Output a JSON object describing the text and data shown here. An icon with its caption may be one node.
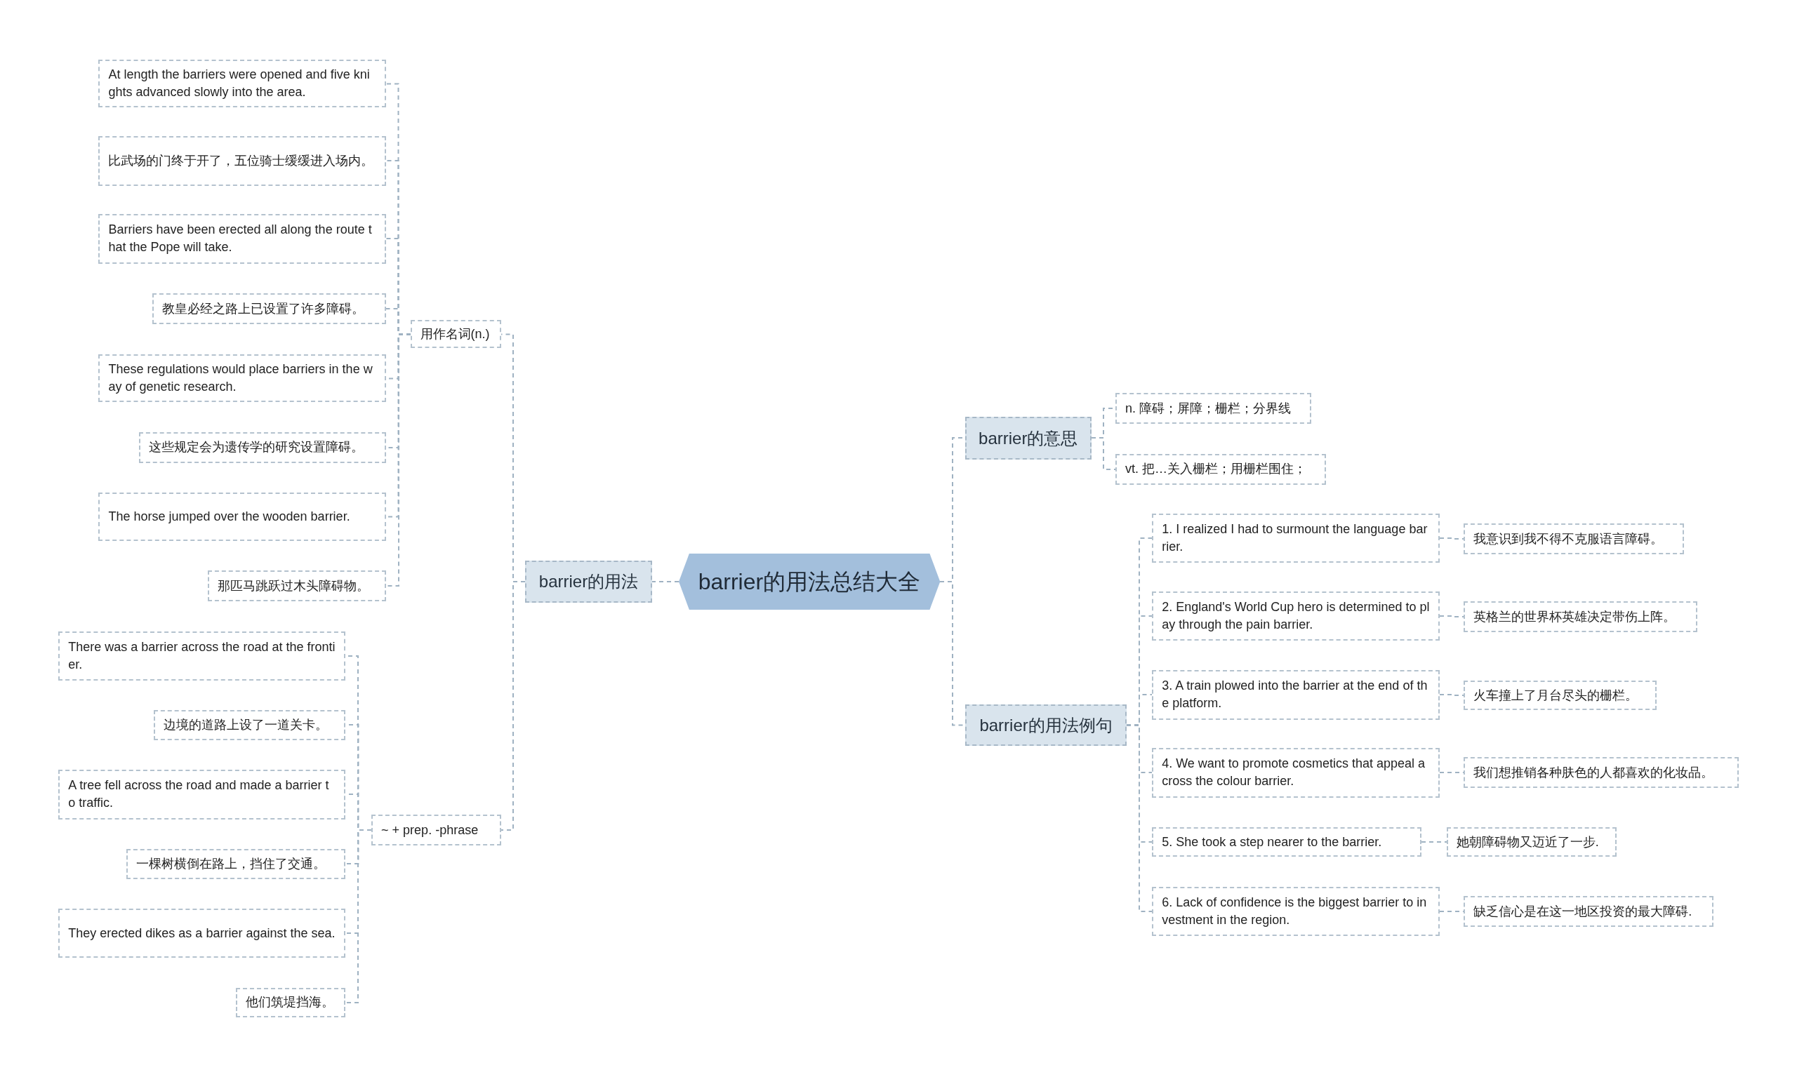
{
  "diagram": {
    "nodes": [
      {
        "text": [
          "barrier的用法总结大全"
        ]
      },
      {
        "text": [
          "barrier的用法"
        ]
      },
      {
        "text": [
          "用作名词(n.)"
        ]
      },
      {
        "text": [
          "At length the barriers were opened and five knights advanced slowly into the area."
        ]
      },
      {
        "text": [
          "比武场的门终于开了，五位骑士缓缓进入场内。"
        ]
      },
      {
        "text": [
          "Barriers have been erected all along the route that the Pope will take."
        ]
      },
      {
        "text": [
          "教皇必经之路上已设置了许多障碍。"
        ]
      },
      {
        "text": [
          "These regulations would place barriers in the way of genetic research."
        ]
      },
      {
        "text": [
          "这些规定会为遗传学的研究设置障碍。"
        ]
      },
      {
        "text": [
          "The horse jumped over the wooden barrier."
        ]
      },
      {
        "text": [
          "那匹马跳跃过木头障碍物。"
        ]
      },
      {
        "text": [
          "~ + prep. -phrase"
        ]
      },
      {
        "text": [
          "There was a barrier across the road at the frontier."
        ]
      },
      {
        "text": [
          "边境的道路上设了一道关卡。"
        ]
      },
      {
        "text": [
          "A tree fell across the road and made a barrier to traffic."
        ]
      },
      {
        "text": [
          "一棵树横倒在路上，挡住了交通。"
        ]
      },
      {
        "text": [
          "They erected dikes as a barrier against the sea."
        ]
      },
      {
        "text": [
          "他们筑堤挡海。"
        ]
      },
      {
        "text": [
          "barrier的意思"
        ]
      },
      {
        "text": [
          "n. 障碍；屏障；栅栏；分界线"
        ]
      },
      {
        "text": [
          "vt. 把…关入栅栏；用栅栏围住；"
        ]
      },
      {
        "text": [
          "barrier的用法例句"
        ]
      },
      {
        "text": [
          "1. I realized I had to surmount the language barrier."
        ]
      },
      {
        "text": [
          "我意识到我不得不克服语言障碍。"
        ]
      },
      {
        "text": [
          "2. England's World Cup hero is determined to play through the pain barrier."
        ]
      },
      {
        "text": [
          "英格兰的世界杯英雄决定带伤上阵。"
        ]
      },
      {
        "text": [
          "3. A train plowed into the barrier at the end of the platform."
        ]
      },
      {
        "text": [
          "火车撞上了月台尽头的栅栏。"
        ]
      },
      {
        "text": [
          "4. We want to promote cosmetics that appeal across the colour barrier."
        ]
      },
      {
        "text": [
          "我们想推销各种肤色的人都喜欢的化妆品。"
        ]
      },
      {
        "text": [
          "5. She took a step nearer to the barrier."
        ]
      },
      {
        "text": [
          "她朝障碍物又迈近了一步."
        ]
      },
      {
        "text": [
          "6. Lack of confidence is the biggest barrier to investment in the region."
        ]
      },
      {
        "text": [
          "缺乏信心是在这一地区投资的最大障碍."
        ]
      }
    ],
    "edges": [
      {
        "from": 0,
        "to": 1,
        "arrow": "none"
      },
      {
        "from": 1,
        "to": 2,
        "arrow": "none"
      },
      {
        "from": 2,
        "to": 3,
        "arrow": "none"
      },
      {
        "from": 2,
        "to": 4,
        "arrow": "none"
      },
      {
        "from": 2,
        "to": 5,
        "arrow": "none"
      },
      {
        "from": 2,
        "to": 6,
        "arrow": "none"
      },
      {
        "from": 2,
        "to": 7,
        "arrow": "none"
      },
      {
        "from": 2,
        "to": 8,
        "arrow": "none"
      },
      {
        "from": 2,
        "to": 9,
        "arrow": "none"
      },
      {
        "from": 2,
        "to": 10,
        "arrow": "none"
      },
      {
        "from": 1,
        "to": 11,
        "arrow": "none"
      },
      {
        "from": 11,
        "to": 12,
        "arrow": "none"
      },
      {
        "from": 11,
        "to": 13,
        "arrow": "none"
      },
      {
        "from": 11,
        "to": 14,
        "arrow": "none"
      },
      {
        "from": 11,
        "to": 15,
        "arrow": "none"
      },
      {
        "from": 11,
        "to": 16,
        "arrow": "none"
      },
      {
        "from": 11,
        "to": 17,
        "arrow": "none"
      },
      {
        "from": 0,
        "to": 18,
        "arrow": "none"
      },
      {
        "from": 18,
        "to": 19,
        "arrow": "none"
      },
      {
        "from": 18,
        "to": 20,
        "arrow": "none"
      },
      {
        "from": 0,
        "to": 21,
        "arrow": "none"
      },
      {
        "from": 21,
        "to": 22,
        "arrow": "none"
      },
      {
        "from": 22,
        "to": 23,
        "arrow": "none"
      },
      {
        "from": 21,
        "to": 24,
        "arrow": "none"
      },
      {
        "from": 24,
        "to": 25,
        "arrow": "none"
      },
      {
        "from": 21,
        "to": 26,
        "arrow": "none"
      },
      {
        "from": 26,
        "to": 27,
        "arrow": "none"
      },
      {
        "from": 21,
        "to": 28,
        "arrow": "none"
      },
      {
        "from": 28,
        "to": 29,
        "arrow": "none"
      },
      {
        "from": 21,
        "to": 30,
        "arrow": "none"
      },
      {
        "from": 30,
        "to": 31,
        "arrow": "none"
      },
      {
        "from": 21,
        "to": 32,
        "arrow": "none"
      },
      {
        "from": 32,
        "to": 33,
        "arrow": "none"
      }
    ]
  }
}
